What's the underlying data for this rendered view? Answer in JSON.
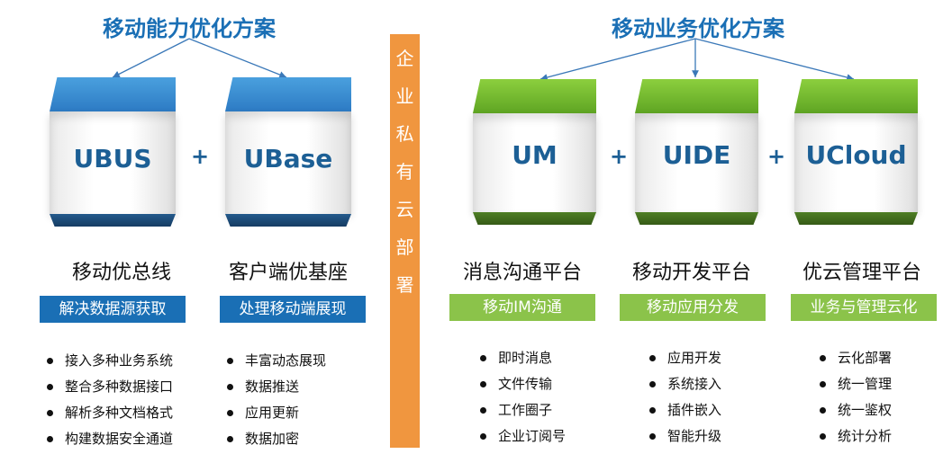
{
  "left_title": "移动能力优化方案",
  "right_title": "移动业务优化方案",
  "vertical_label": [
    "企",
    "业",
    "私",
    "有",
    "云",
    "部",
    "署"
  ],
  "products": [
    {
      "box_label": "UBUS",
      "name": "移动优总线",
      "tag": "解决数据源获取",
      "bullets": [
        "接入多种业务系统",
        "整合多种数据接口",
        "解析多种文档格式",
        "构建数据安全通道"
      ]
    },
    {
      "box_label": "UBase",
      "name": "客户端优基座",
      "tag": "处理移动端展现",
      "bullets": [
        "丰富动态展现",
        "数据推送",
        "应用更新",
        "数据加密"
      ]
    },
    {
      "box_label": "UM",
      "name": "消息沟通平台",
      "tag": "移动IM沟通",
      "bullets": [
        "即时消息",
        "文件传输",
        "工作圈子",
        "企业订阅号"
      ]
    },
    {
      "box_label": "UIDE",
      "name": "移动开发平台",
      "tag": "移动应用分发",
      "bullets": [
        "应用开发",
        "系统接入",
        "插件嵌入",
        "智能升级"
      ]
    },
    {
      "box_label": "UCloud",
      "name": "优云管理平台",
      "tag": "业务与管理云化",
      "bullets": [
        "云化部署",
        "统一管理",
        "统一鉴权",
        "统计分析"
      ]
    }
  ],
  "plus_sign": "+",
  "colors": {
    "blue_accent": "#1a6fb5",
    "green_accent": "#8bc34a",
    "orange_bar": "#f0963f"
  }
}
